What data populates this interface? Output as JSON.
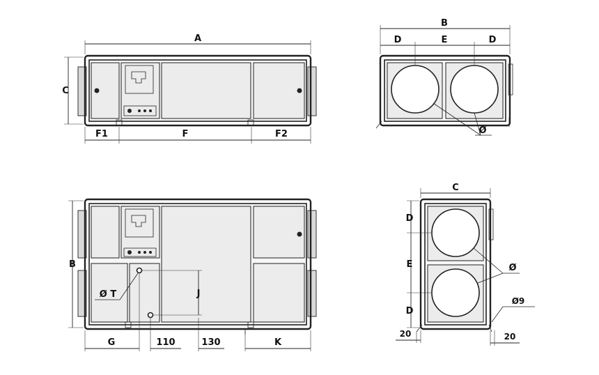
{
  "labels": {
    "front_top": {
      "A": "A",
      "C": "C",
      "F1": "F1",
      "F": "F",
      "F2": "F2"
    },
    "side_top": {
      "B": "B",
      "D_left": "D",
      "E": "E",
      "D_right": "D",
      "diameter": "Ø"
    },
    "front_bottom": {
      "B": "B",
      "J": "J",
      "diameter_T": "Ø T",
      "G": "G",
      "dim_110": "110",
      "dim_130": "130",
      "K": "K"
    },
    "side_bottom": {
      "C": "C",
      "D_top": "D",
      "E": "E",
      "D_bottom": "D",
      "diameter": "Ø",
      "diameter_9": "Ø9",
      "dim_20_left": "20",
      "dim_20_right": "20"
    }
  },
  "colors": {
    "line": "#222222",
    "panel_fill": "#ececec",
    "background": "#ffffff"
  }
}
